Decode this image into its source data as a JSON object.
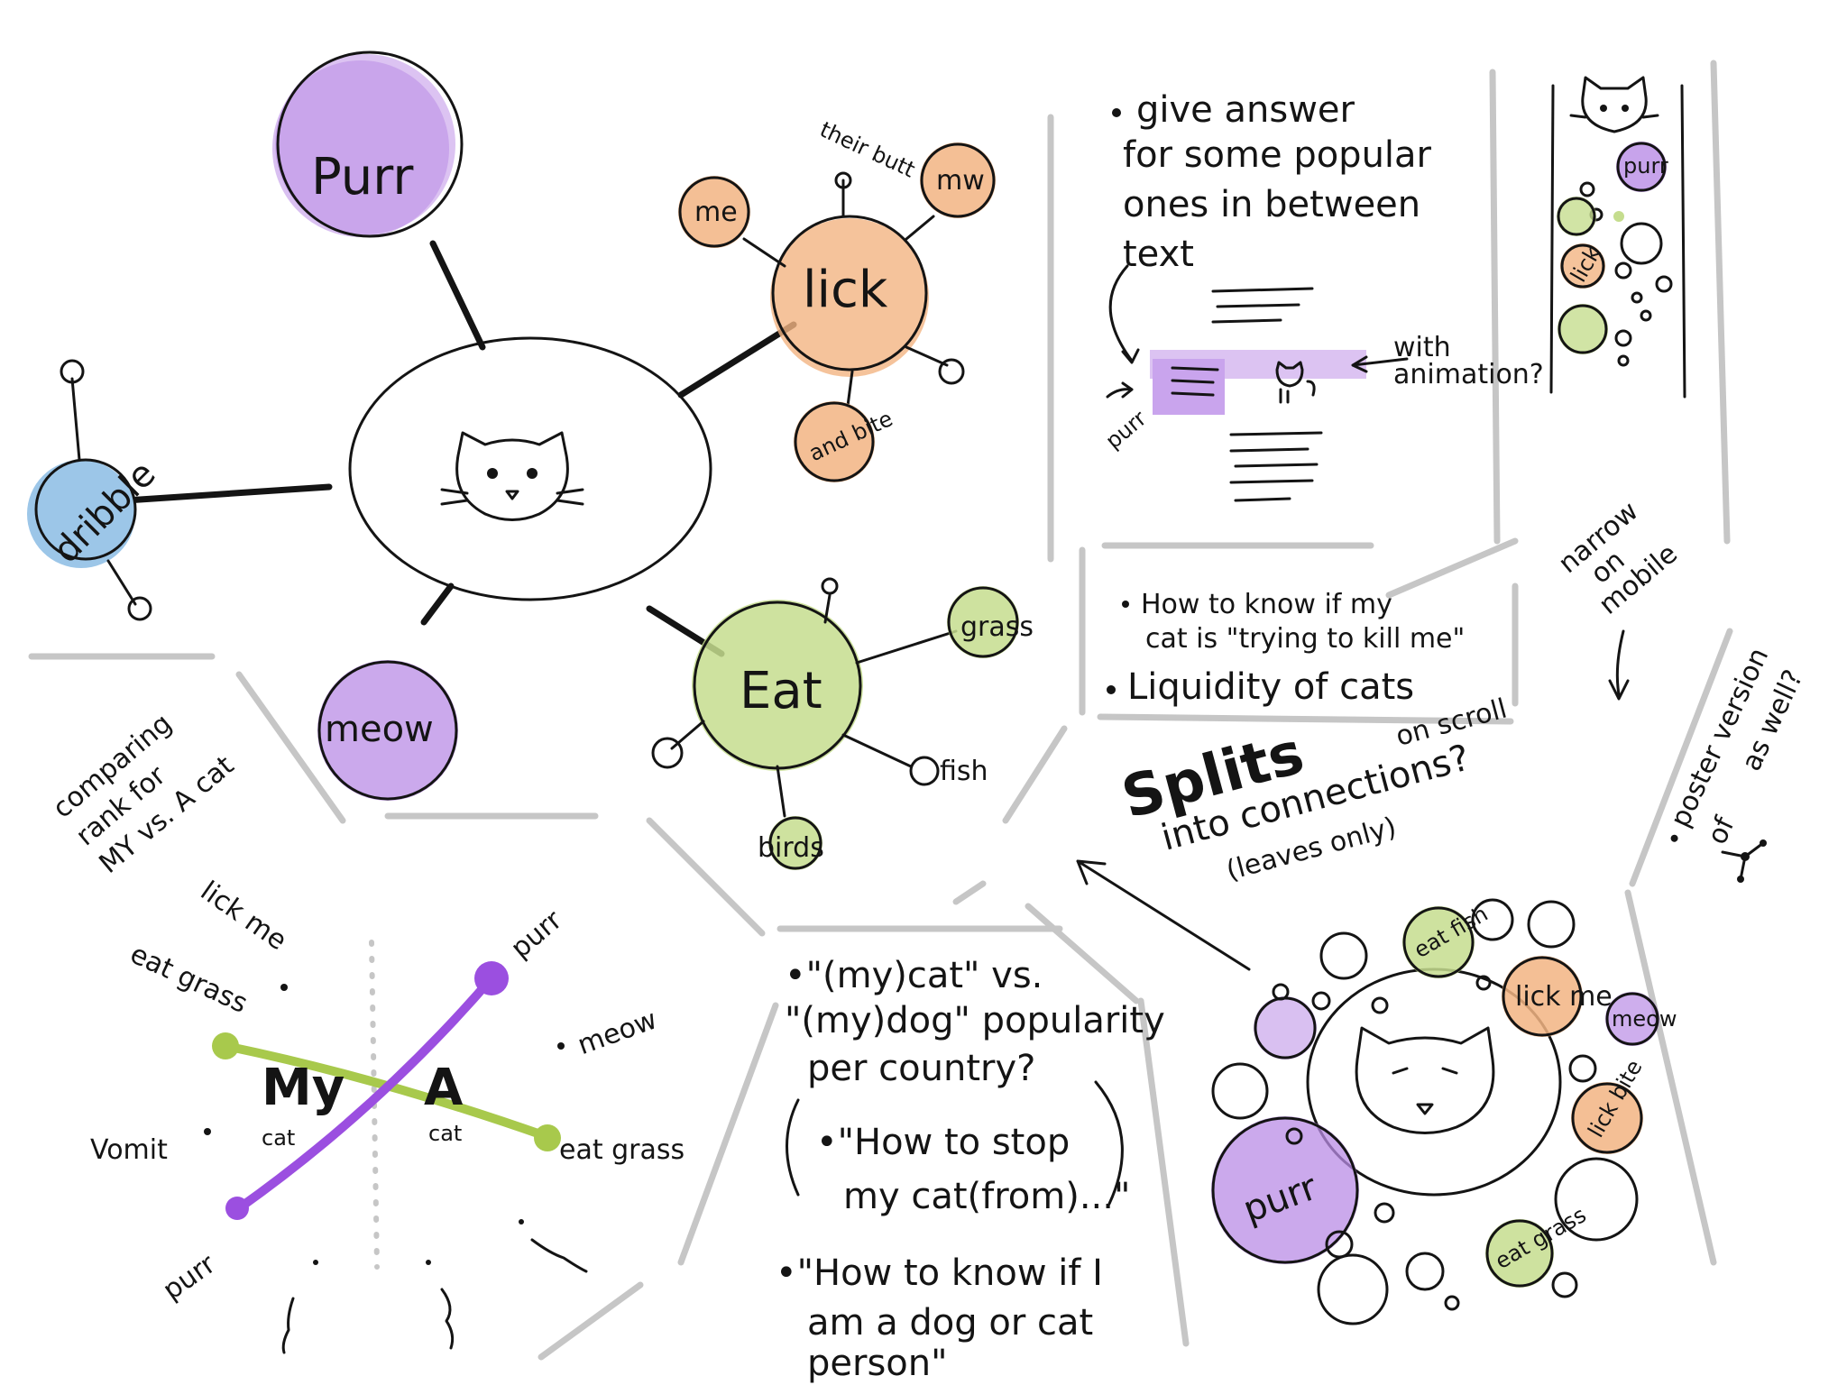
{
  "colors": {
    "purple": "#b98ce6",
    "purple_light": "#dcc3f2",
    "orange": "#f2b482",
    "green": "#c5dd8e",
    "blue": "#9cc6e8",
    "divider": "#c6c6c6",
    "ink": "#141414"
  },
  "mindmap": {
    "center_icon": "cat-face-icon",
    "purr": "Purr",
    "meow": "meow",
    "dribble": "dribble",
    "lick": {
      "label": "lick",
      "me": "me",
      "mw": "mw",
      "their_butt": "their butt",
      "and_bite": "and bite"
    },
    "eat": {
      "label": "Eat",
      "grass": "grass",
      "fish": "fish",
      "birds": "birds"
    }
  },
  "notes": {
    "give_answer": [
      "give answer",
      "for some popular",
      "ones in between",
      "text"
    ],
    "purr_label": "purr",
    "with_animation": [
      "with",
      "animation?"
    ],
    "questions": [
      "How to know if my",
      "cat is \"trying to kill me\"",
      "Liquidity of cats"
    ],
    "narrow_mobile": [
      "narrow",
      "on",
      "mobile"
    ],
    "poster_version": [
      "poster version",
      "of",
      "as well?"
    ]
  },
  "mobile_strip": {
    "purr": "purr",
    "lick": "lick"
  },
  "comparison": {
    "title": [
      "comparing",
      "rank for",
      "MY vs. A cat"
    ],
    "my": "My",
    "a": "A",
    "cat": "cat",
    "lick_me": "lick me",
    "eat_grass": "eat grass",
    "purr": "purr",
    "meow": "meow",
    "vomit": "Vomit"
  },
  "country": {
    "line1": "•\"(my)cat\" vs.",
    "line2": "\"(my)dog\" popularity",
    "line3": "per country?",
    "q1": [
      "•\"How to stop",
      "my cat(from)...\""
    ],
    "q2": [
      "•\"How to know if I",
      "am a dog or cat",
      "person\""
    ]
  },
  "splits": {
    "title": "Splits",
    "line2": "into connections?",
    "on_scroll": "on scroll",
    "leaves": "(leaves only)",
    "eat_fish": "eat fish",
    "lick_me": "lick me",
    "meow": "meow",
    "lick_bite": "lick bite",
    "purr": "purr",
    "eat_grass": "eat grass"
  }
}
